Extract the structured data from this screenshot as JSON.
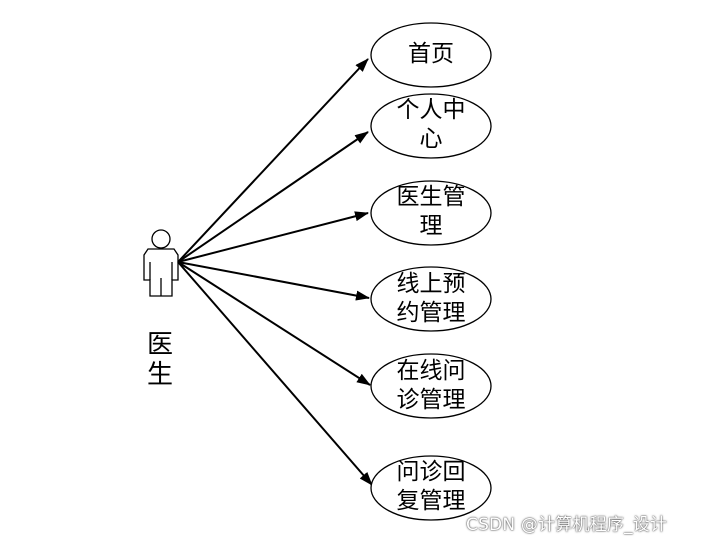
{
  "actor": {
    "name": "医生"
  },
  "use_cases": [
    {
      "label": "首页"
    },
    {
      "label": "个人中\n心"
    },
    {
      "label": "医生管\n理"
    },
    {
      "label": "线上预\n约管理"
    },
    {
      "label": "在线问\n诊管理"
    },
    {
      "label": "问诊回\n复管理"
    }
  ],
  "watermark": "CSDN @计算机程序_设计",
  "colors": {
    "stroke": "#000000",
    "background": "#ffffff"
  }
}
